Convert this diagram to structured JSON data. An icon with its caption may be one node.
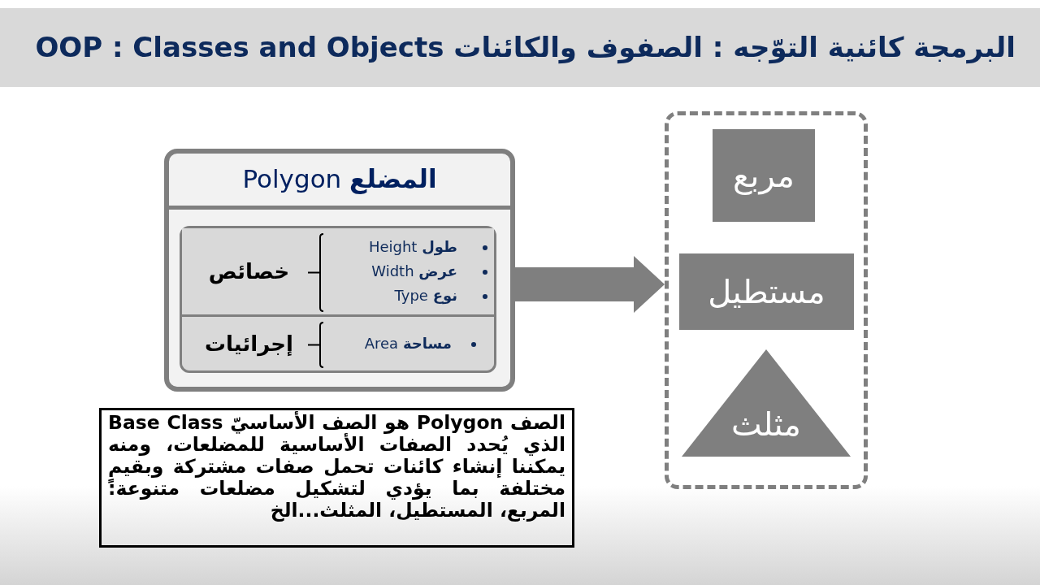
{
  "diagram": {
    "title": "البرمجة كائنية التوّجه : الصفوف والكائنات OOP : Classes and Objects",
    "nodes": [
      {
        "text": [
          "**المضلع** Polygon"
        ]
      },
      {
        "text": [],
        "shape": "box",
        "in": 0
      },
      {
        "text": [
          "**طول** Height",
          "**عرض** Width",
          "**نوع** Type",
          "خصائص"
        ],
        "in": 1
      },
      {
        "text": [
          "**مساحة** Area",
          "إجرائيات"
        ],
        "in": 1
      },
      {
        "text": [],
        "shape": "box"
      },
      {
        "text": [
          "مربع"
        ],
        "in": 4
      },
      {
        "text": [
          "مستطيل"
        ],
        "in": 4
      },
      {
        "text": [
          "مثلث"
        ],
        "in": 4
      },
      {
        "text": [
          "الصف Polygon هو الصف الأساسيّ Base Class الذي يُحدد الصفات الأساسية للمضلعات، ومنه يمكننا إنشاء كائنات تحمل صفات مشتركة وبقيمٍ مختلفة بما يؤدي لتشكيل مضلعات متنوعة: المربع، المستطيل، المثلث...الخ"
        ]
      }
    ],
    "edges": [
      {
        "from": 0,
        "to": 4,
        "arrow": "to",
        "style": "thick"
      }
    ]
  }
}
